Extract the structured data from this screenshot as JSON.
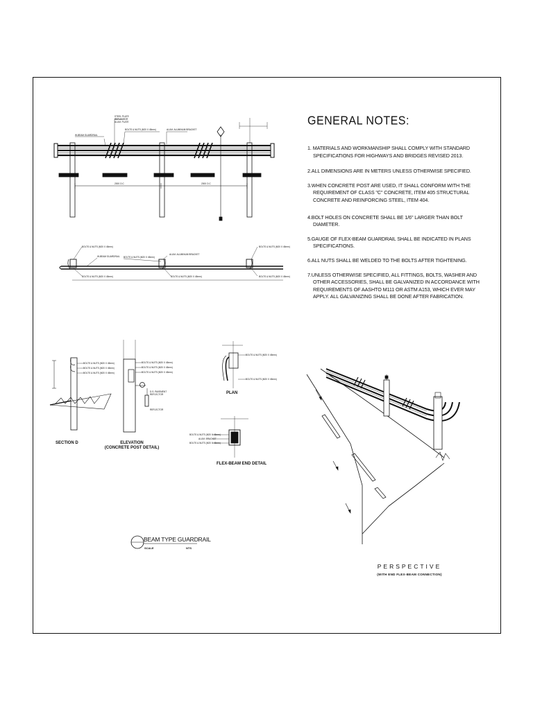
{
  "notes": {
    "title": "GENERAL NOTES:",
    "items": [
      "1. MATERIALS AND WORKMANSHIP SHALL COMPLY WITH STANDARD SPECIFICATIONS FOR HIGHWAYS AND BRIDGES REVISED 2013.",
      "2.ALL DIMENSIONS ARE IN METERS UNLESS OTHERWISE SPECIFIED.",
      "3.WHEN CONCRETE POST ARE USED, IT SHALL CONFORM WITH THE REQUIREMENT OF CLASS \"C\" CONCRETE, ITEM 405 STRUCTURAL CONCRETE AND REINFORCING STEEL, ITEM 404.",
      "4.BOLT HOLES ON CONCRETE SHALL BE 1/6\" LARGER THAN BOLT DIAMETER.",
      "5.GAUGE OF FLEX-BEAM GUARDRAIL SHALL BE INDICATED IN PLANS SPECIFICATIONS.",
      "6.ALL NUTS SHALL BE WELDED TO THE BOLTS AFTER TIGHTENING.",
      "7.UNLESS OTHERWISE SPECIFIED, ALL FITTINGS, BOLTS, WASHER AND OTHER ACCESSORIES, SHALL BE GALVANIZED IN ACCORDANCE WITH REQUIREMENTS OF AASHTO M111 OR ASTM A153, WHICH EVER MAY APPLY. ALL GALVANIZING SHALL BE DONE AFTER FABRICATION."
    ]
  },
  "labels": {
    "section": "SECTION D",
    "elevation_line1": "ELEVATION",
    "elevation_line2": "(CONCRETE POST DETAIL)",
    "plan": "PLAN",
    "end_detail": "FLEX-BEAM END DETAIL",
    "perspective": "PERSPECTIVE",
    "perspective_sub": "(WITH END FLEX-BEAM CONNECTION)",
    "title": "BEAM TYPE GUARDRAIL",
    "title_scale": "SCALE",
    "title_no": "NTS"
  }
}
